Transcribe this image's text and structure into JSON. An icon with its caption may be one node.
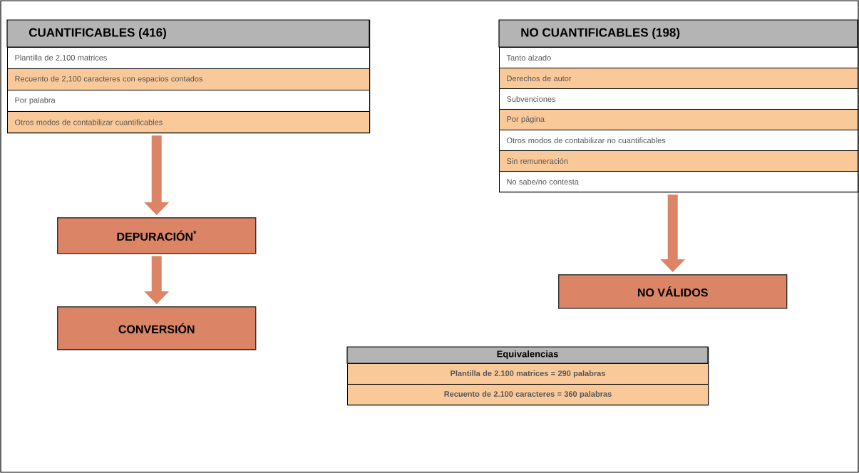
{
  "diagram": {
    "nodes": [
      {
        "text": [
          "CUANTIFICABLES (416)"
        ]
      },
      {
        "text": [
          "Plantilla de 2,100 matrices"
        ],
        "in": 0
      },
      {
        "text": [
          "Recuento de 2,100 caracteres con espacios contados"
        ],
        "in": 0
      },
      {
        "text": [
          "Por palabra"
        ],
        "in": 0
      },
      {
        "text": [
          "Otros modos de contabilizar cuantificables"
        ],
        "in": 0
      },
      {
        "text": [
          "NO CUANTIFICABLES (198)"
        ]
      },
      {
        "text": [
          "Tanto alzado"
        ],
        "in": 5
      },
      {
        "text": [
          "Derechos de autor"
        ],
        "in": 5
      },
      {
        "text": [
          "Subvenciones"
        ],
        "in": 5
      },
      {
        "text": [
          "Por página"
        ],
        "in": 5
      },
      {
        "text": [
          "Otros modos de contabilizar no cuantificables"
        ],
        "in": 5
      },
      {
        "text": [
          "Sin remuneración"
        ],
        "in": 5
      },
      {
        "text": [
          "No sabe/no contesta"
        ],
        "in": 5
      },
      {
        "text": [
          "DEPURACIÓN$^{*}$"
        ]
      },
      {
        "text": [
          "NO VÁLIDOS"
        ]
      },
      {
        "text": [
          "CONVERSIÓN"
        ]
      },
      {
        "text": [
          "Equivalencias"
        ]
      },
      {
        "text": [
          "Plantilla de 2.100 matrices = 290 palabras"
        ],
        "in": 16
      },
      {
        "text": [
          "Recuento de 2.100 caracteres = 360 palabras"
        ],
        "in": 16
      }
    ],
    "edges": [
      {
        "from": 0,
        "to": 13,
        "arrow": "to"
      },
      {
        "from": 5,
        "to": 14,
        "arrow": "to"
      },
      {
        "from": 13,
        "to": 15,
        "arrow": "to"
      }
    ]
  }
}
